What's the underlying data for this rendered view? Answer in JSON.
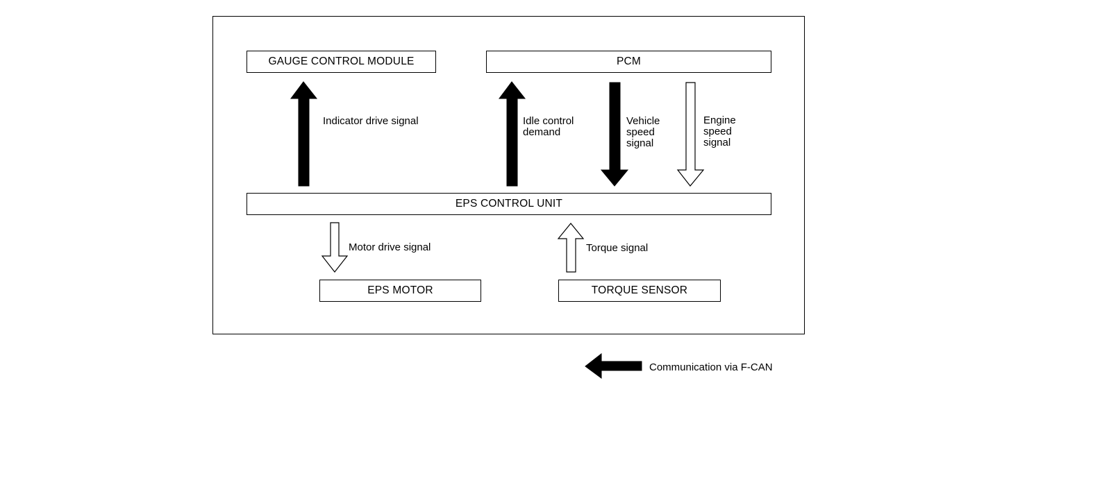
{
  "boxes": {
    "gauge": "GAUGE CONTROL MODULE",
    "pcm": "PCM",
    "eps_unit": "EPS CONTROL UNIT",
    "eps_motor": "EPS MOTOR",
    "torque_sensor": "TORQUE SENSOR"
  },
  "signals": {
    "indicator": "Indicator drive signal",
    "idle": "Idle control\ndemand",
    "vehicle_speed": "Vehicle\nspeed\nsignal",
    "engine_speed": "Engine\nspeed\nsignal",
    "motor_drive": "Motor drive signal",
    "torque": "Torque signal"
  },
  "legend": {
    "fcan": "Communication via F-CAN"
  },
  "colors": {
    "line": "#000000",
    "background": "#ffffff"
  }
}
